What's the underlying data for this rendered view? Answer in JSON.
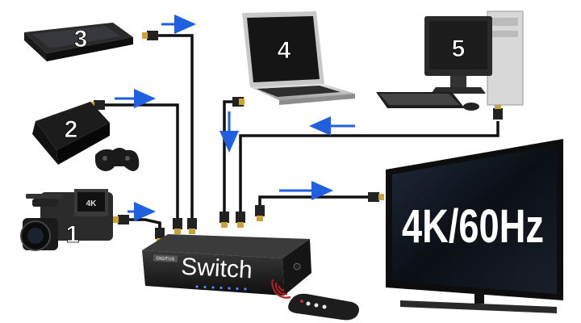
{
  "colors": {
    "arrow": "#1f5fe0",
    "cable": "#111111",
    "device": "#1b1b1b",
    "connector_gold": "#c9a23a"
  },
  "devices": {
    "player_number": "3",
    "laptop_number": "4",
    "desktop_number": "5",
    "console_number": "2",
    "camcorder_number": "1",
    "camcorder_badge": "4K"
  },
  "switch": {
    "label": "Switch",
    "brand": "DIGITUS"
  },
  "tv": {
    "screen_text": "4K/60Hz"
  },
  "icons": [
    "hdmi-plug-icon",
    "arrow-right-icon",
    "arrow-left-icon",
    "arrow-down-icon",
    "remote-control-icon",
    "wireless-signal-icon"
  ]
}
